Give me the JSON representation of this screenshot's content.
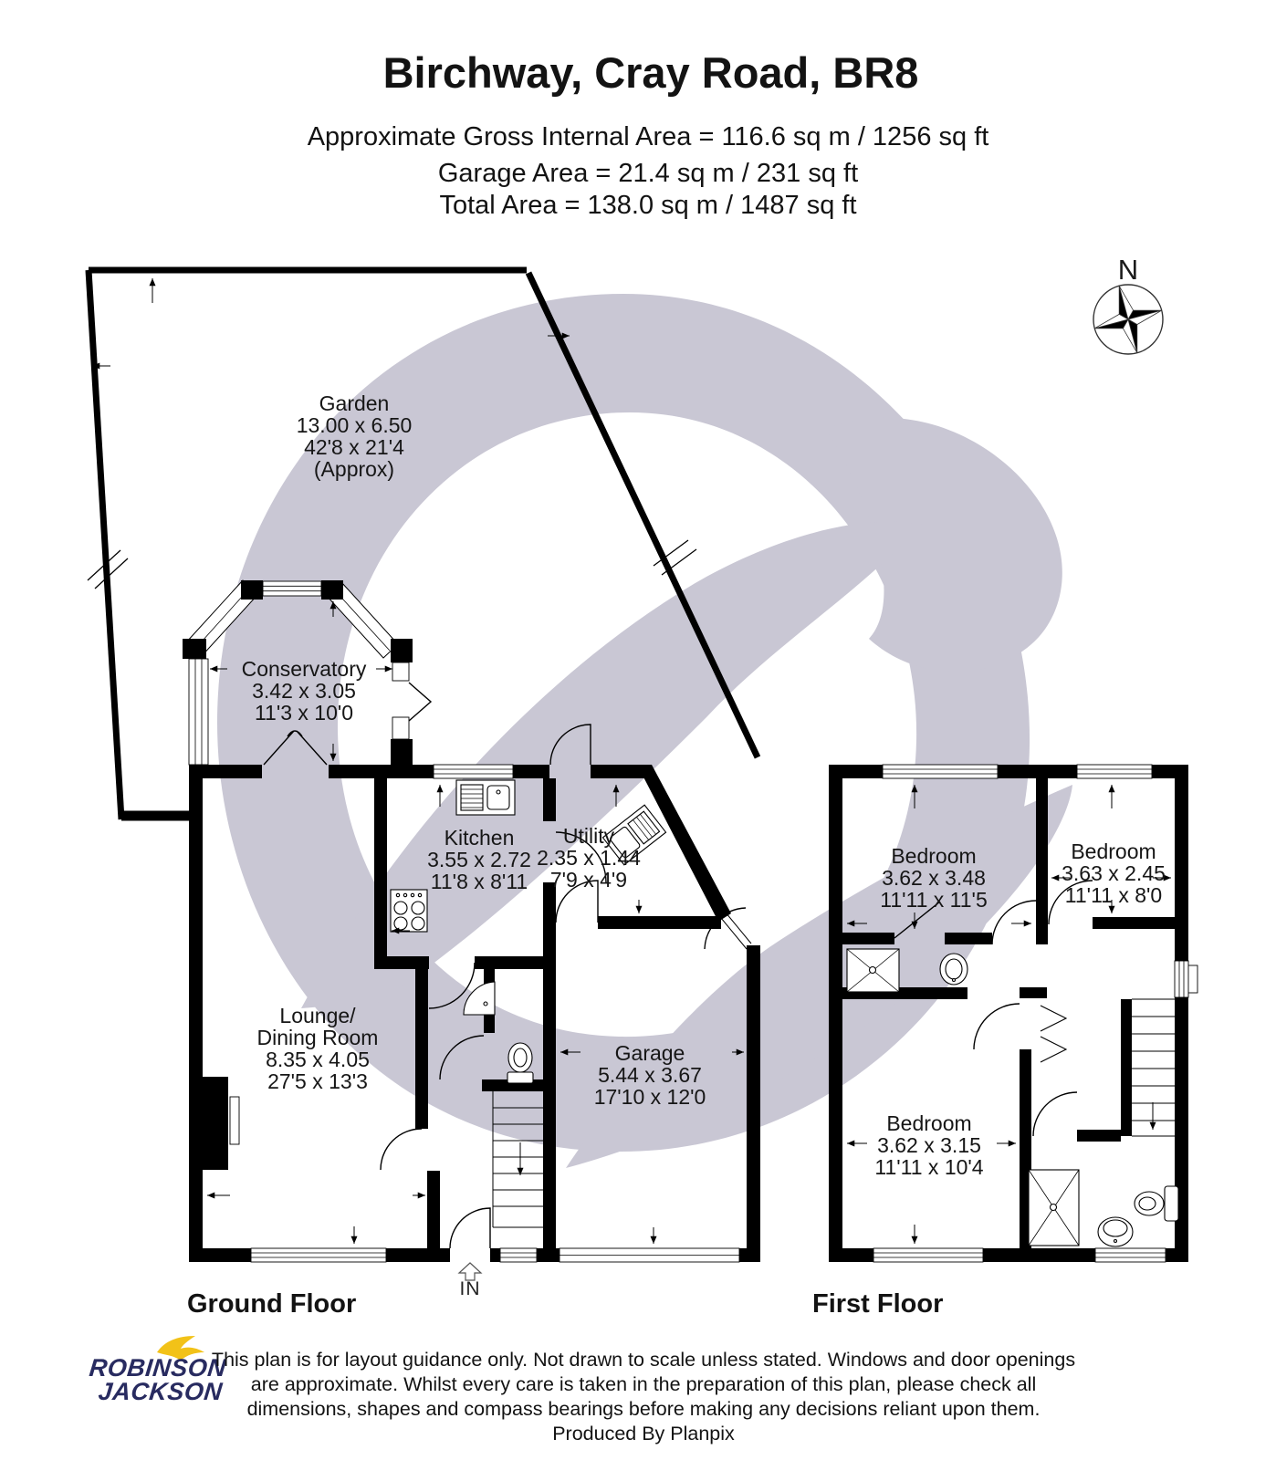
{
  "header": {
    "title": "Birchway, Cray Road, BR8",
    "area_lines": [
      "Approximate Gross Internal Area = 116.6 sq m / 1256 sq ft",
      "Garage Area = 21.4 sq m / 231 sq ft",
      "Total Area = 138.0 sq m / 1487 sq ft"
    ]
  },
  "compass": {
    "north_label": "N"
  },
  "garden": {
    "lines": [
      "Garden",
      "13.00 x 6.50",
      "42'8 x 21'4",
      "(Approx)"
    ]
  },
  "rooms": {
    "conservatory": {
      "lines": [
        "Conservatory",
        "3.42 x 3.05",
        "11'3 x 10'0"
      ]
    },
    "kitchen": {
      "lines": [
        "Kitchen",
        "3.55 x 2.72",
        "11'8 x 8'11"
      ]
    },
    "utility": {
      "lines": [
        "Utility",
        "2.35 x 1.44",
        "7'9 x 4'9"
      ]
    },
    "lounge": {
      "lines": [
        "Lounge/",
        "Dining Room",
        "8.35 x 4.05",
        "27'5 x 13'3"
      ]
    },
    "garage": {
      "lines": [
        "Garage",
        "5.44 x 3.67",
        "17'10 x 12'0"
      ]
    },
    "bedroom1": {
      "lines": [
        "Bedroom",
        "3.62 x 3.48",
        "11'11 x 11'5"
      ]
    },
    "bedroom2": {
      "lines": [
        "Bedroom",
        "3.63 x 2.45",
        "11'11 x 8'0"
      ]
    },
    "bedroom3": {
      "lines": [
        "Bedroom",
        "3.62 x 3.15",
        "11'11 x 10'4"
      ]
    }
  },
  "floor_labels": {
    "ground": "Ground Floor",
    "first": "First Floor"
  },
  "entrance": {
    "label": "IN"
  },
  "logo": {
    "line1": "ROBINSON",
    "line2": "JACKSON"
  },
  "footer": {
    "disclaimer_lines": [
      "This plan is for layout guidance only. Not drawn to scale unless stated. Windows and door openings",
      "are approximate. Whilst every care is taken in the preparation of this plan, please check all",
      "dimensions, shapes and compass bearings before making any decisions reliant upon them.",
      "Produced By Planpix"
    ]
  },
  "colors": {
    "wall": "#000000",
    "watermark": "#c9c7d4",
    "logo_navy": "#282b60",
    "logo_yellow": "#f2c218"
  }
}
